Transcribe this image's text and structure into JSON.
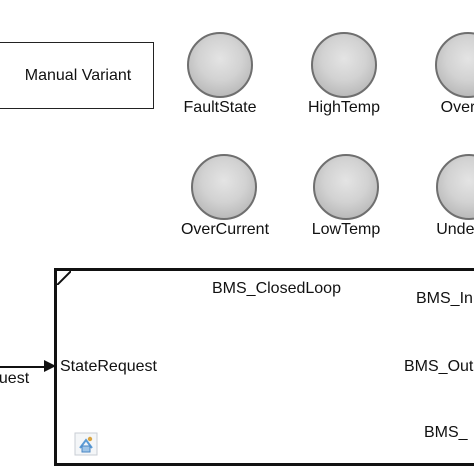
{
  "variant_block": {
    "label": "Manual Variant"
  },
  "lamps": [
    {
      "label": "FaultState",
      "icon": "indicator-lamp-icon",
      "lamp_color": "#c8c8c8"
    },
    {
      "label": "HighTemp",
      "icon": "indicator-lamp-icon",
      "lamp_color": "#c8c8c8"
    },
    {
      "label": "Over",
      "icon": "indicator-lamp-icon",
      "lamp_color": "#c8c8c8"
    },
    {
      "label": "OverCurrent",
      "icon": "indicator-lamp-icon",
      "lamp_color": "#c8c8c8"
    },
    {
      "label": "LowTemp",
      "icon": "indicator-lamp-icon",
      "lamp_color": "#c8c8c8"
    },
    {
      "label": "Under",
      "icon": "indicator-lamp-icon",
      "lamp_color": "#c8c8c8"
    }
  ],
  "subsystem": {
    "name": "BMS_ClosedLoop",
    "input_port": "StateRequest",
    "output_ports": [
      "BMS_In",
      "BMS_Out",
      "BMS_"
    ],
    "mask_icon": "variant-mask-icon"
  },
  "external_signal": {
    "label": "quest"
  }
}
